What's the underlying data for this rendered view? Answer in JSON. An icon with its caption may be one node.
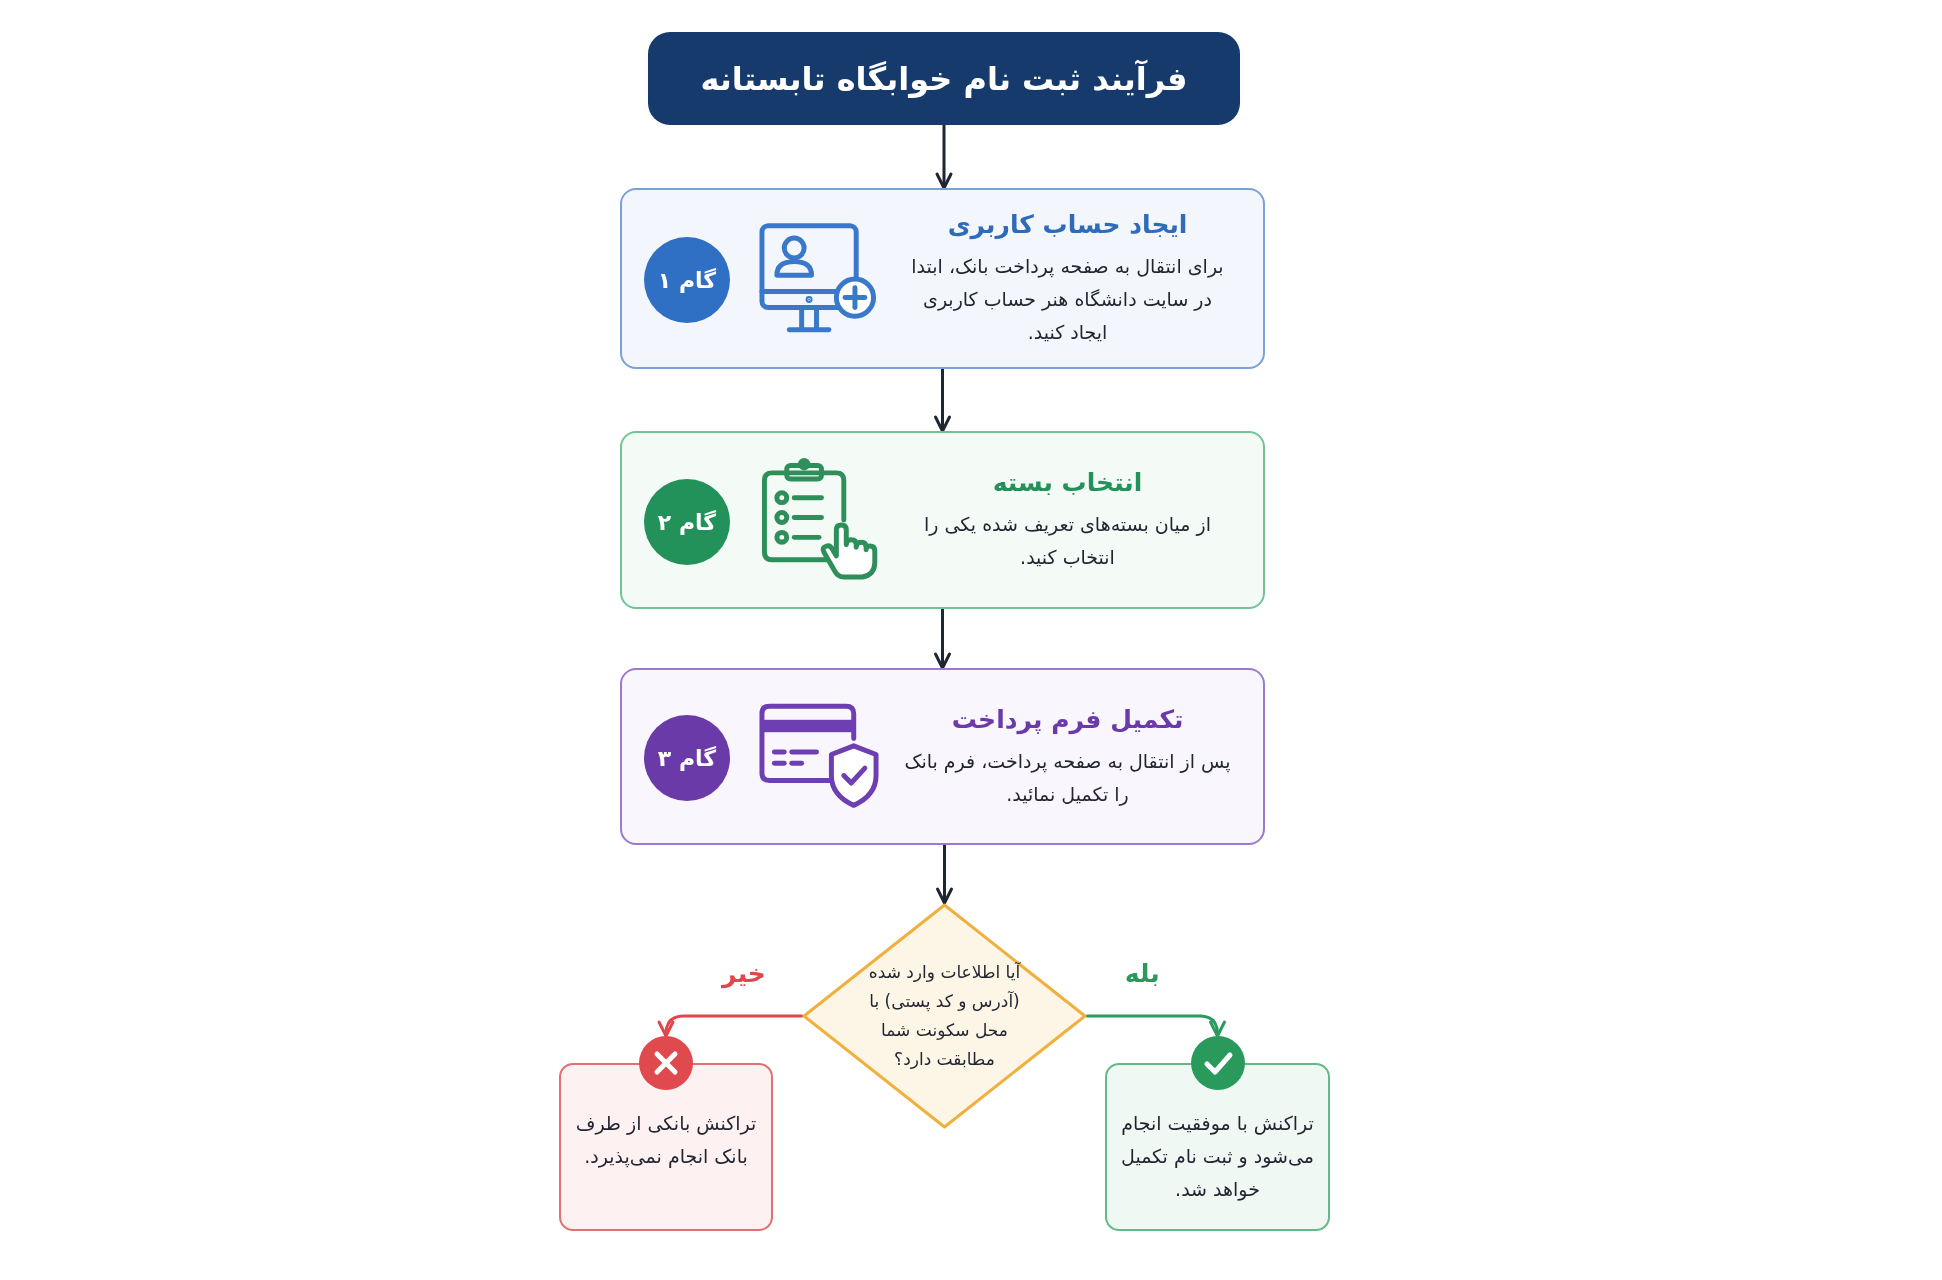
{
  "diagram": {
    "nodes": [
      {
        "text": [
          "فرآیند ثبت نام خوابگاه تابستانه"
        ]
      },
      {
        "text": [
          "ایجاد حساب کاربری",
          "برای انتقال به صفحه پرداخت بانک، ابتدا در سایت دانشگاه هنر حساب کاربری ایجاد کنید."
        ]
      },
      {
        "text": [
          "گام ۱"
        ],
        "in": 1
      },
      {
        "text": [
          "انتخاب بسته",
          "از میان بسته‌های تعریف شده یکی را انتخاب کنید."
        ]
      },
      {
        "text": [
          "گام ۲"
        ],
        "in": 3
      },
      {
        "text": [
          "تکمیل فرم پرداخت",
          "پس از انتقال به صفحه پرداخت، فرم بانک را تکمیل نمائید."
        ]
      },
      {
        "text": [
          "گام ۳"
        ],
        "in": 5
      },
      {
        "text": [
          "آیا اطلاعات وارد شده (آدرس و کد پستی) با محل سکونت شما مطابقت دارد؟"
        ]
      },
      {
        "text": [
          "تراکنش بانکی از طرف بانک انجام نمی‌پذیرد."
        ]
      },
      {
        "text": [
          "تراکنش با موفقیت انجام می‌شود و ثبت نام تکمیل خواهد شد."
        ]
      }
    ],
    "edges": [
      {
        "from": 0,
        "to": 1,
        "arrow": "to"
      },
      {
        "from": 1,
        "to": 3,
        "arrow": "to"
      },
      {
        "from": 3,
        "to": 5,
        "arrow": "to"
      },
      {
        "from": 5,
        "to": 7,
        "arrow": "to"
      },
      {
        "from": 7,
        "to": 8,
        "arrow": "to",
        "label": "خیر",
        "color": "#e0474c"
      },
      {
        "from": 7,
        "to": 9,
        "arrow": "to",
        "label": "بله",
        "color": "#2a9a5c"
      }
    ]
  }
}
